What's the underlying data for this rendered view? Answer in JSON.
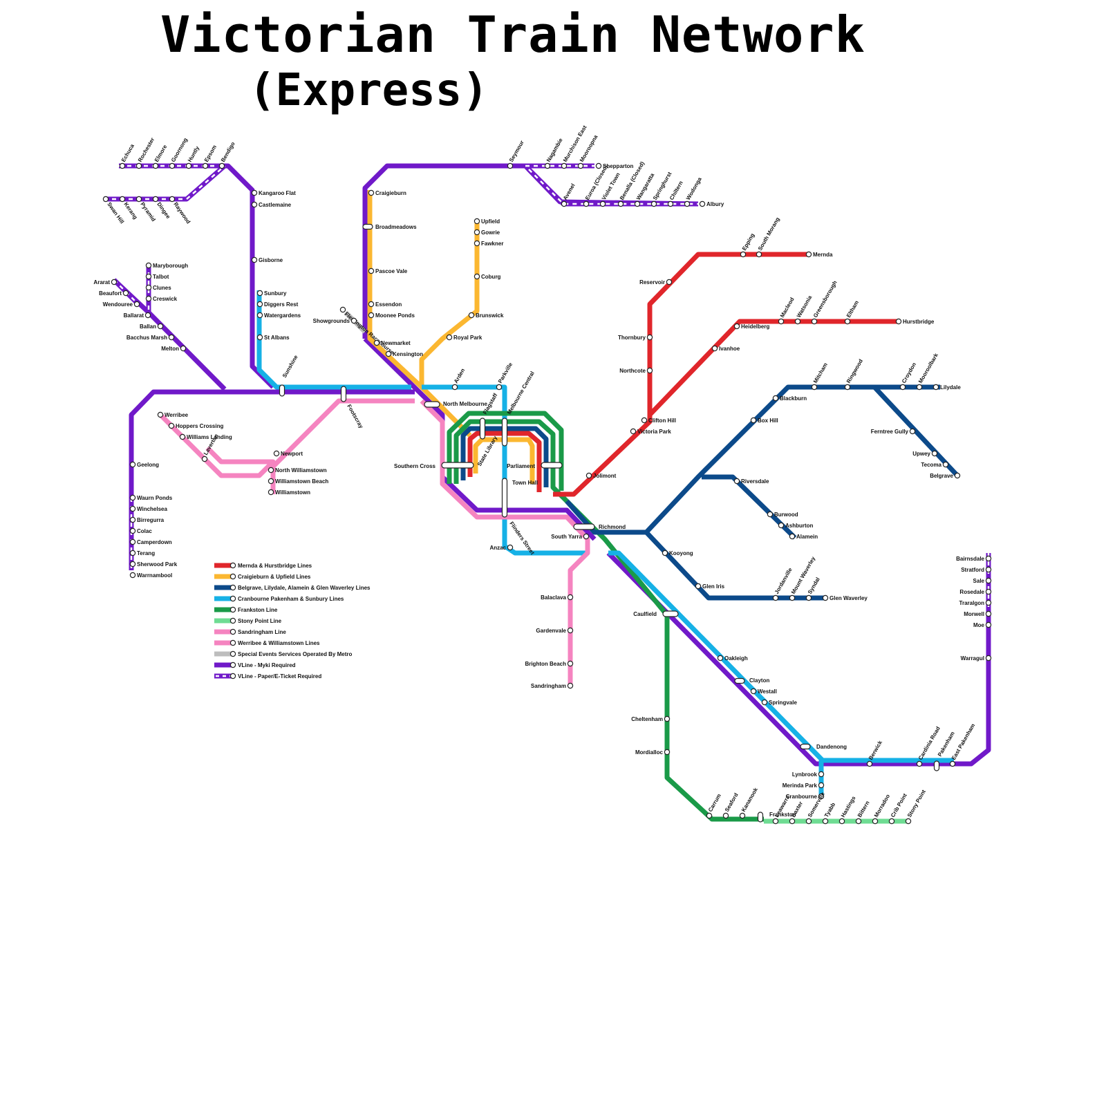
{
  "title": "Victorian Train Network",
  "subtitle": "(Express)",
  "colors": {
    "mernda_hurstbridge": "#e0262b",
    "craigieburn_upfield": "#fbb731",
    "belgrave_lilydale_alamein_glenwaverley": "#0c4a8a",
    "cranbourne_pakenham_sunbury": "#16b1e6",
    "frankston": "#1a9a48",
    "stony_point": "#6fdc93",
    "sandringham": "#f584c0",
    "special_events": "#bdbdbd",
    "vline": "#7019c9"
  },
  "legend": [
    {
      "label": "Mernda & Hurstbridge Lines",
      "color": "#e0262b"
    },
    {
      "label": "Craigieburn & Upfield Lines",
      "color": "#fbb731"
    },
    {
      "label": "Belgrave, Lilydale, Alamein & Glen Waverley Lines",
      "color": "#0c4a8a"
    },
    {
      "label": "Cranbourne Pakenham & Sunbury Lines",
      "color": "#16b1e6"
    },
    {
      "label": "Frankston Line",
      "color": "#1a9a48"
    },
    {
      "label": "Stony Point Line",
      "color": "#6fdc93"
    },
    {
      "label": "Sandringham Line",
      "color": "#f584c0"
    },
    {
      "label": "Werribee & Williamstown Lines",
      "color": "#f584c0"
    },
    {
      "label": "Special Events Services Operated By Metro",
      "color": "#bdbdbd"
    },
    {
      "label": "VLine - Myki Required",
      "color": "#7019c9"
    },
    {
      "label": "VLine - Paper/E-Ticket Required",
      "color": "#7019c9"
    }
  ],
  "stations": [
    "Echuca",
    "Rochester",
    "Elmore",
    "Goornong",
    "Huntly",
    "Epsom",
    "Bendigo",
    "Swan Hill",
    "Kerang",
    "Pyramid",
    "Dingee",
    "Raywood",
    "Kangaroo Flat",
    "Castlemaine",
    "Gisborne",
    "Sunbury",
    "Diggers Rest",
    "Watergardens",
    "St Albans",
    "Sunshine",
    "Ararat",
    "Beaufort",
    "Wendouree",
    "Ballarat",
    "Ballan",
    "Bacchus Marsh",
    "Melton",
    "Maryborough",
    "Talbot",
    "Clunes",
    "Creswick",
    "Geelong",
    "Waurn Ponds",
    "Winchelsea",
    "Birregurra",
    "Colac",
    "Camperdown",
    "Terang",
    "Sherwood Park",
    "Warrnambool",
    "Werribee",
    "Hoppers Crossing",
    "Williams Landing",
    "Laverton",
    "Newport",
    "North Williamstown",
    "Williamstown Beach",
    "Williamstown",
    "Footscray",
    "Flemington Racecourse",
    "Showgrounds",
    "Craigieburn",
    "Broadmeadows",
    "Pascoe Vale",
    "Essendon",
    "Moonee Ponds",
    "Newmarket",
    "Kensington",
    "Upfield",
    "Gowrie",
    "Fawkner",
    "Coburg",
    "Brunswick",
    "Royal Park",
    "Arden",
    "Parkville",
    "North Melbourne",
    "Flagstaff",
    "Melbourne Central",
    "State Library",
    "Southern Cross",
    "Parliament",
    "Town Hall",
    "Flinders Street",
    "Anzac",
    "Seymour",
    "Nagambie",
    "Murchison East",
    "Mooroopna",
    "Shepparton",
    "Avenel",
    "Euroa (Closed)",
    "Violet Town",
    "Benalla (Closed)",
    "Wangaratta",
    "Springhurst",
    "Chiltern",
    "Wodonga",
    "Albury",
    "Epping",
    "South Morang",
    "Mernda",
    "Reservoir",
    "Thornbury",
    "Northcote",
    "Clifton Hill",
    "Victoria Park",
    "Jolimont",
    "Macleod",
    "Watsonia",
    "Greensborough",
    "Eltham",
    "Hurstbridge",
    "Heidelberg",
    "Ivanhoe",
    "Mitcham",
    "Ringwood",
    "Croydon",
    "Mooroolbark",
    "Lilydale",
    "Blackburn",
    "Box Hill",
    "Ferntree Gully",
    "Upwey",
    "Tecoma",
    "Belgrave",
    "Riversdale",
    "Burwood",
    "Ashburton",
    "Alamein",
    "Richmond",
    "South Yarra",
    "Kooyong",
    "Glen Iris",
    "Jordanville",
    "Mount Waverley",
    "Syndal",
    "Glen Waverley",
    "Balaclava",
    "Gardenvale",
    "Brighton Beach",
    "Sandringham",
    "Caulfield",
    "Oakleigh",
    "Clayton",
    "Westall",
    "Springvale",
    "Dandenong",
    "Lynbrook",
    "Merinda Park",
    "Cranbourne",
    "Berwick",
    "Cardinia Road",
    "Pakenham",
    "East Pakenham",
    "Cheltenham",
    "Mordialloc",
    "Carrum",
    "Seaford",
    "Kananook",
    "Frankston",
    "Leawarra",
    "Baxter",
    "Somerville",
    "Tyabb",
    "Hastings",
    "Bittern",
    "Morradoo",
    "Crib Point",
    "Stony Point",
    "Bairnsdale",
    "Stratford",
    "Sale",
    "Rosedale",
    "Traralgon",
    "Morwell",
    "Moe",
    "Warragul"
  ]
}
